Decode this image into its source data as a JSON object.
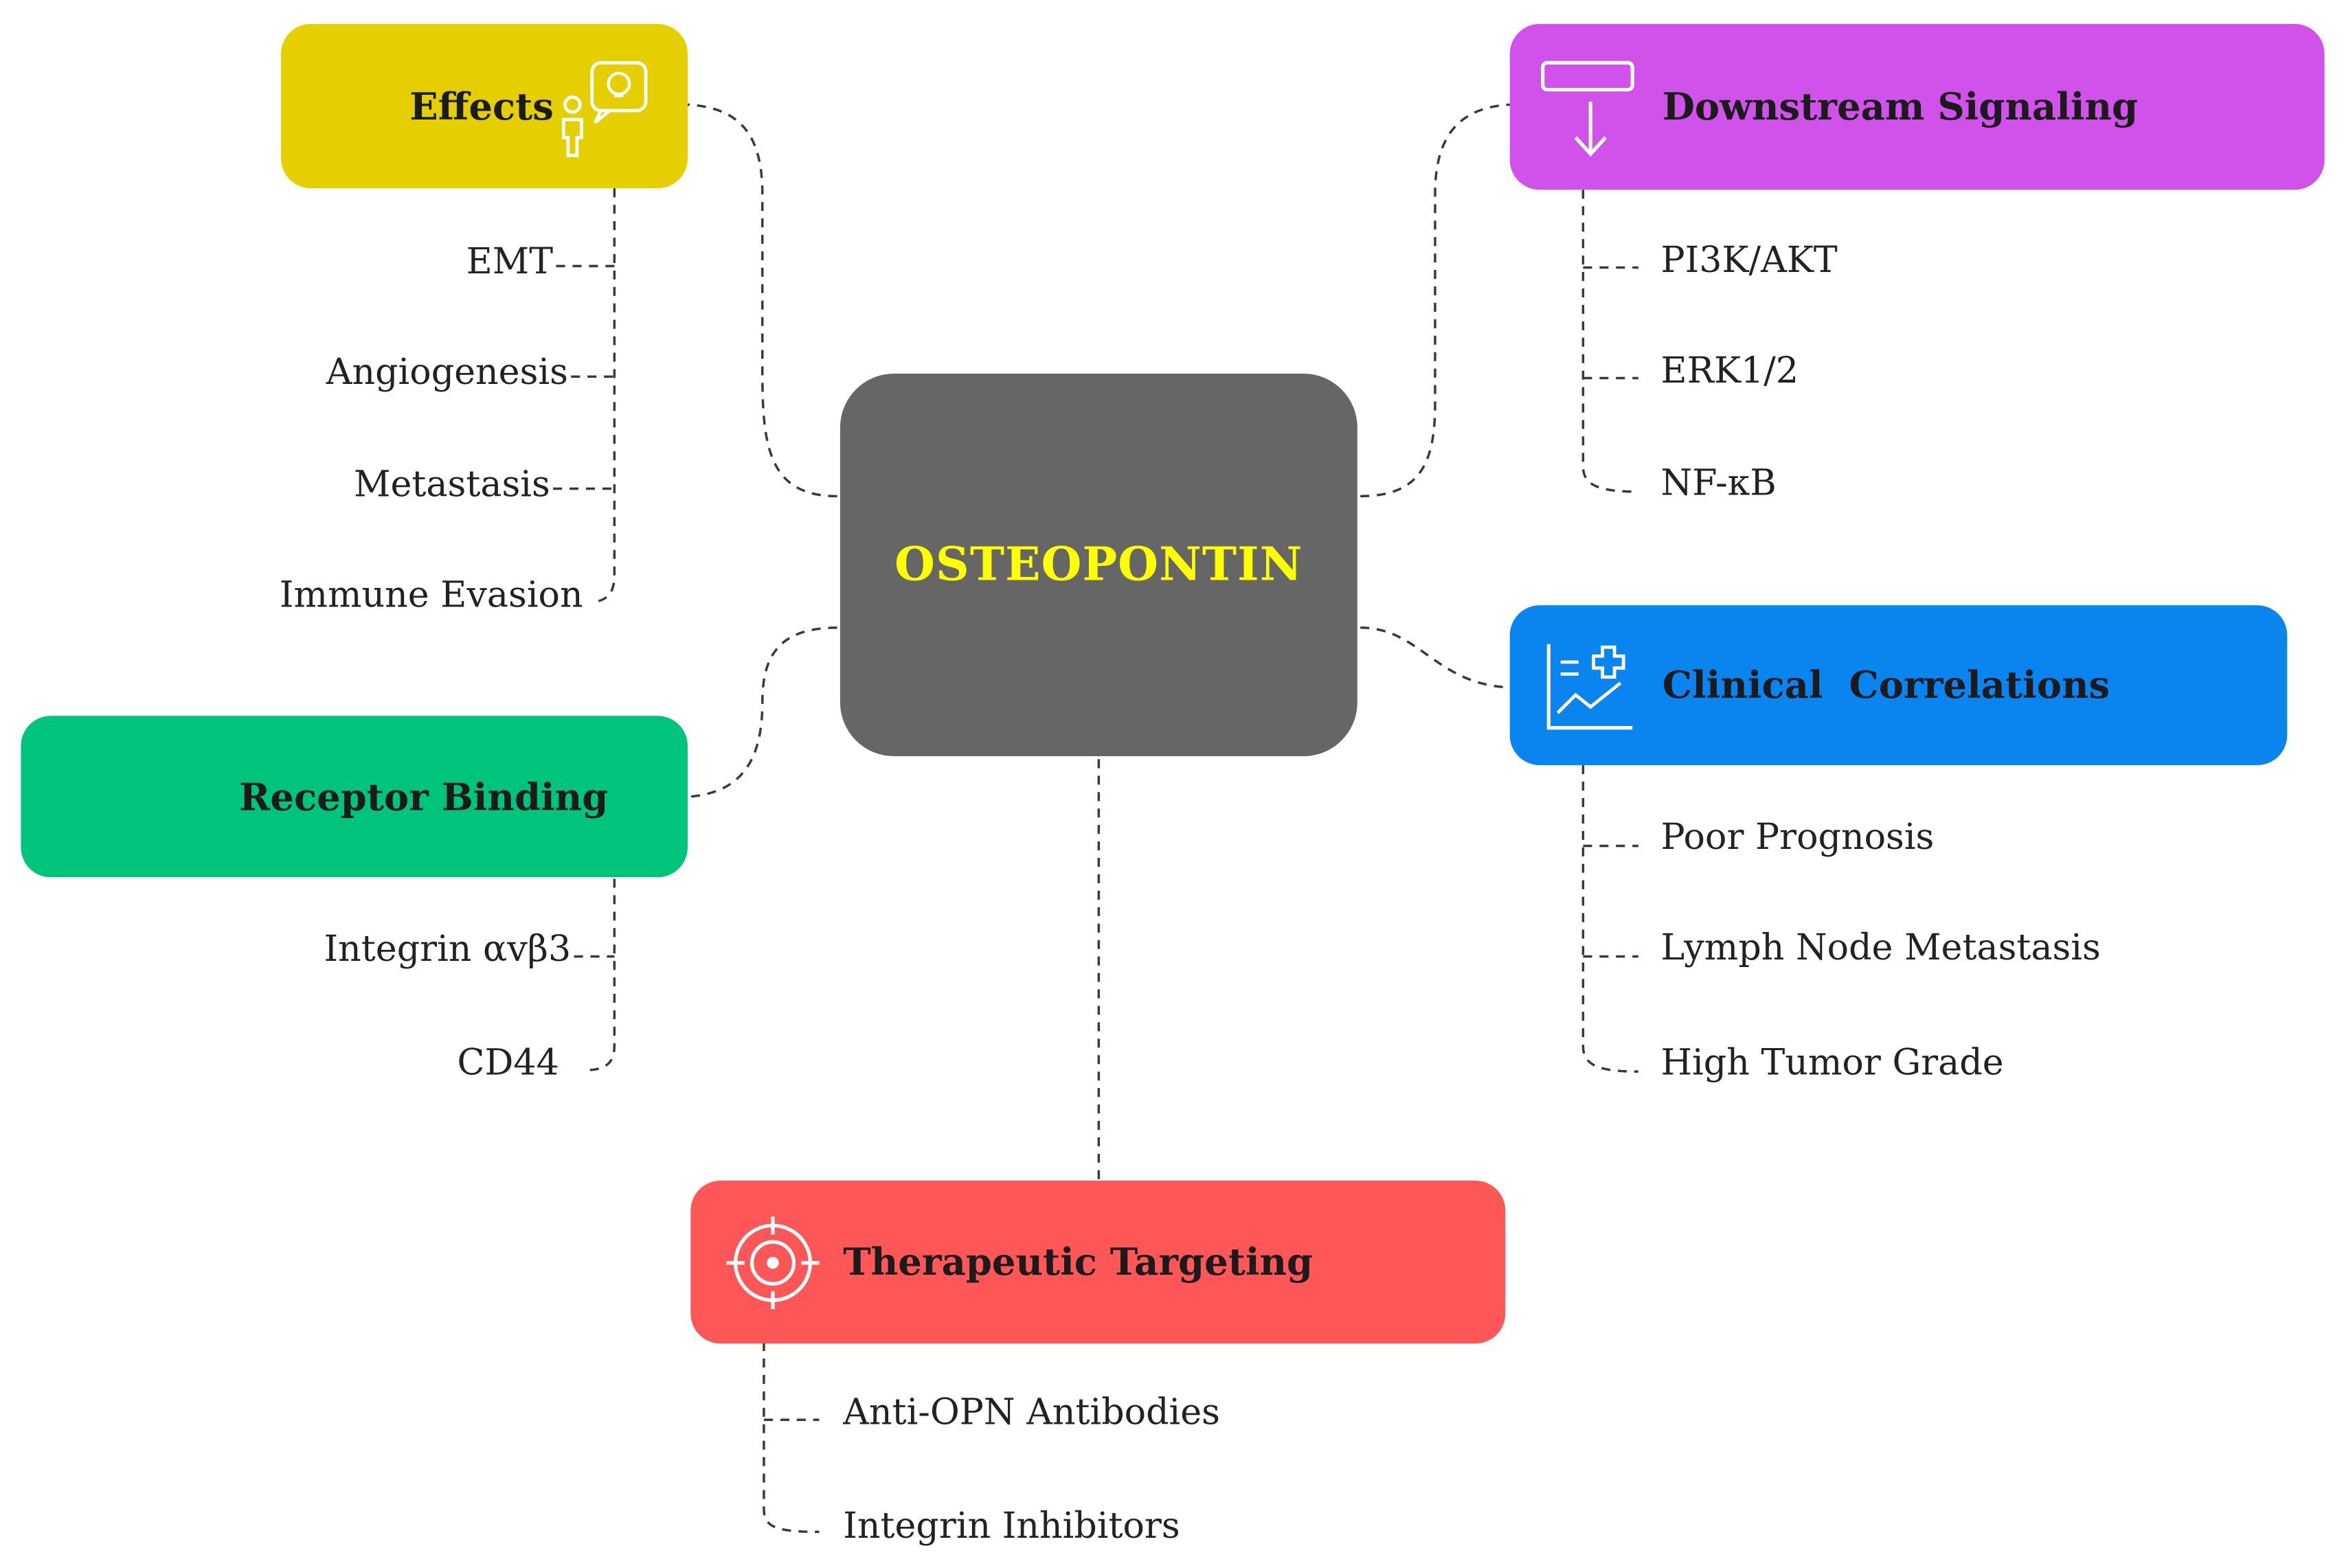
{
  "center": {
    "label": "OSTEOPONTIN"
  },
  "colors": {
    "center": "#666666",
    "center_text": "#ffff00",
    "effects": "#e5cf00",
    "receptor": "#00c47c",
    "downstream": "#d152ea",
    "clinical": "#0a84ee",
    "therapeutic": "#ff5757",
    "connector": "#3a3a3a"
  },
  "effects": {
    "title": "Effects",
    "icon": "person-thinking-icon",
    "items": [
      "EMT",
      "Angiogenesis",
      "Metastasis",
      "Immune Evasion"
    ]
  },
  "receptor": {
    "title": "Receptor Binding",
    "items": [
      "Integrin αvβ3",
      "CD44"
    ]
  },
  "downstream": {
    "title": "Downstream Signaling",
    "icon": "arrow-down-from-bar-icon",
    "items": [
      "PI3K/AKT",
      "ERK1/2",
      "NF-κB"
    ]
  },
  "clinical": {
    "title": "Clinical  Correlations",
    "icon": "medical-chart-icon",
    "items": [
      "Poor Prognosis",
      "Lymph Node Metastasis",
      "High Tumor Grade"
    ]
  },
  "therapeutic": {
    "title": "Therapeutic Targeting",
    "icon": "target-icon",
    "items": [
      "Anti-OPN Antibodies",
      "Integrin Inhibitors"
    ]
  }
}
